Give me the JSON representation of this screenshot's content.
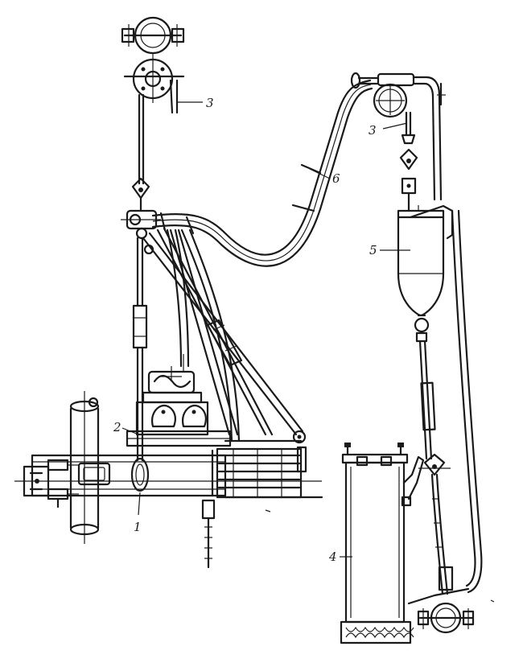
{
  "labels": {
    "l1": "1",
    "l2": "2",
    "l3a": "3",
    "l3b": "3",
    "l4": "4",
    "l5": "5",
    "l6": "6"
  }
}
